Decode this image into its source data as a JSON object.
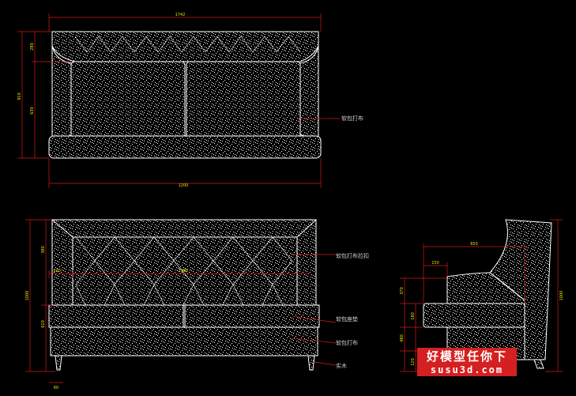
{
  "drawing": {
    "background": "#000000",
    "colors": {
      "outline": "#ffffff",
      "dimension_line": "#d81818",
      "dimension_text": "#e8e800",
      "label_text": "#d0d0d0",
      "texture": "#ffffff"
    },
    "top_view": {
      "overall_width": "1742",
      "inner_width": "1200",
      "depth_total": "910",
      "back_depth": "280",
      "seat_depth": "630",
      "label_fabric": "软包打布"
    },
    "front_view": {
      "height_total": "1000",
      "back_height": "380",
      "seat_height": "610",
      "arm_offset": "120",
      "tuft_span": "1580",
      "leg_width": "60",
      "label_tufted": "软包打布拉扣",
      "label_seat_cushion": "软包座垫",
      "label_fabric": "软包打布",
      "label_wood": "实木"
    },
    "side_view": {
      "depth": "650",
      "arm_depth": "150",
      "height_total": "1000",
      "upper": "370",
      "mid_a": "180",
      "mid_b": "480",
      "bottom": "120"
    },
    "watermark": {
      "line1": "好模型任你下",
      "line2": "susu3d.com",
      "bg_color": "#d42020"
    }
  }
}
